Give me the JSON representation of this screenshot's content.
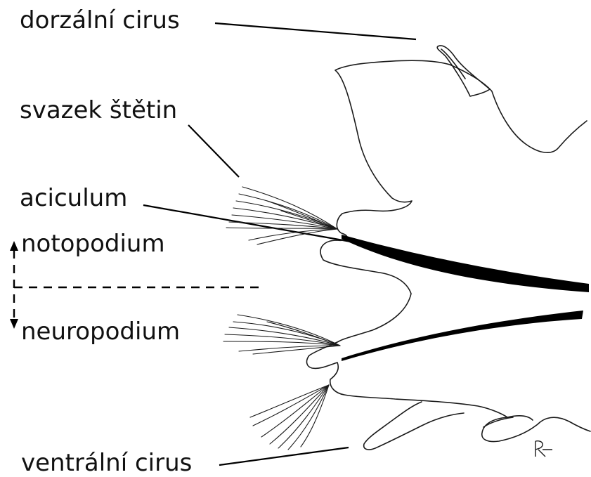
{
  "labels": {
    "dorsal_cirrus": "dorzální cirus",
    "chaetae_bundle": "svazek štětin",
    "aciculum": "aciculum",
    "notopodium": "notopodium",
    "neuropodium": "neuropodium",
    "ventral_cirrus": "ventrální cirus"
  },
  "signature": "R"
}
